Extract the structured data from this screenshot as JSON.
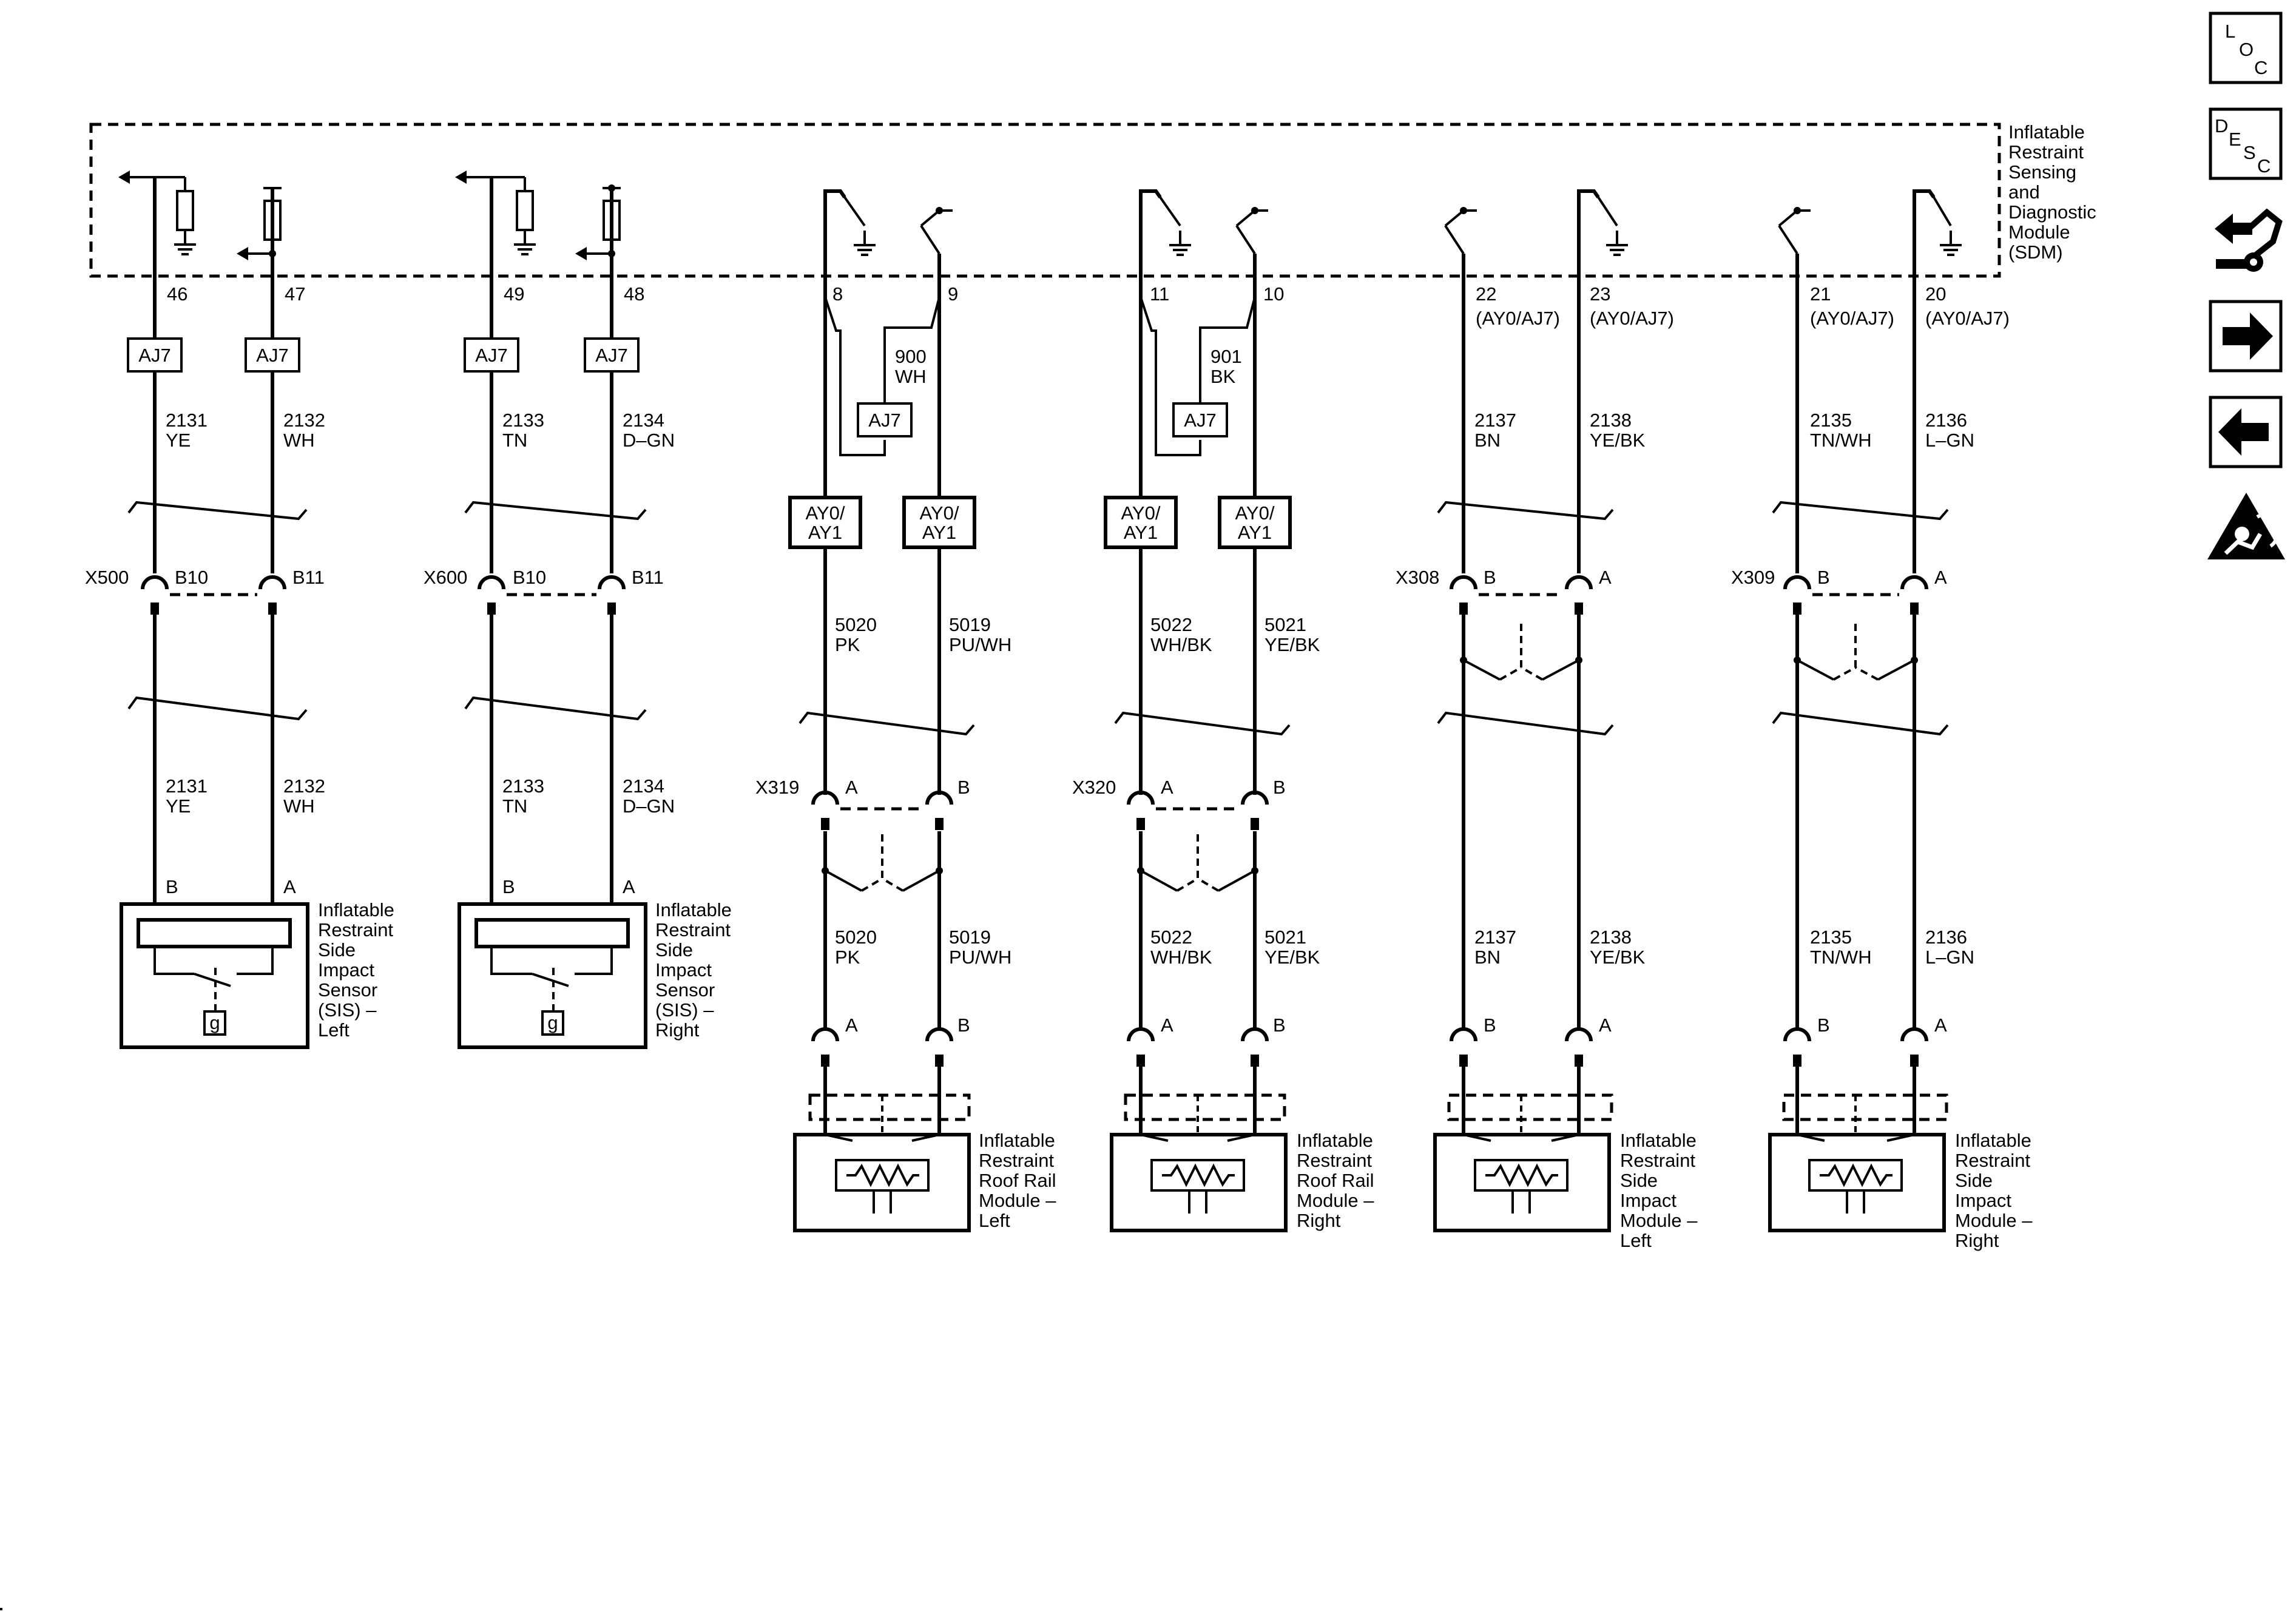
{
  "module_label": [
    "Inflatable",
    "Restraint",
    "Sensing",
    "and",
    "Diagnostic",
    "Module",
    "(SDM)"
  ],
  "pins": {
    "p46": "46",
    "p47": "47",
    "p49": "49",
    "p48": "48",
    "p8": "8",
    "p9": "9",
    "p11": "11",
    "p10": "10",
    "p22": "22",
    "p23": "23",
    "p21": "21",
    "p20": "20"
  },
  "option_codes": {
    "aj7": "AJ7",
    "ay0_ay1": [
      "AY0/",
      "AY1"
    ],
    "ay0_aj7": "(AY0/AJ7)"
  },
  "wires": {
    "w2131": [
      "2131",
      "YE"
    ],
    "w2132": [
      "2132",
      "WH"
    ],
    "w2133": [
      "2133",
      "TN"
    ],
    "w2134": [
      "2134",
      "D–GN"
    ],
    "w900": [
      "900",
      "WH"
    ],
    "w901": [
      "901",
      "BK"
    ],
    "w5020": [
      "5020",
      "PK"
    ],
    "w5019": [
      "5019",
      "PU/WH"
    ],
    "w5022": [
      "5022",
      "WH/BK"
    ],
    "w5021": [
      "5021",
      "YE/BK"
    ],
    "w2137": [
      "2137",
      "BN"
    ],
    "w2138": [
      "2138",
      "YE/BK"
    ],
    "w2135": [
      "2135",
      "TN/WH"
    ],
    "w2136": [
      "2136",
      "L–GN"
    ]
  },
  "connectors": {
    "x500": "X500",
    "x600": "X600",
    "x308": "X308",
    "x309": "X309",
    "x319": "X319",
    "x320": "X320",
    "b10": "B10",
    "b11": "B11",
    "a": "A",
    "b": "B"
  },
  "components": {
    "sis_left": [
      "Inflatable",
      "Restraint",
      "Side",
      "Impact",
      "Sensor",
      "(SIS) –",
      "Left"
    ],
    "sis_right": [
      "Inflatable",
      "Restraint",
      "Side",
      "Impact",
      "Sensor",
      "(SIS) –",
      "Right"
    ],
    "roof_left": [
      "Inflatable",
      "Restraint",
      "Roof Rail",
      "Module –",
      "Left"
    ],
    "roof_right": [
      "Inflatable",
      "Restraint",
      "Roof Rail",
      "Module –",
      "Right"
    ],
    "side_left": [
      "Inflatable",
      "Restraint",
      "Side",
      "Impact",
      "Module –",
      "Left"
    ],
    "side_right": [
      "Inflatable",
      "Restraint",
      "Side",
      "Impact",
      "Module –",
      "Right"
    ],
    "g_symbol": "g"
  },
  "nav": {
    "loc": [
      "L",
      "O",
      "C"
    ],
    "desc": [
      "D",
      "E",
      "S",
      "C"
    ],
    "icons": [
      "connector-end-view-icon",
      "next-page-arrow-icon",
      "previous-page-arrow-icon",
      "airbag-warning-icon"
    ]
  }
}
